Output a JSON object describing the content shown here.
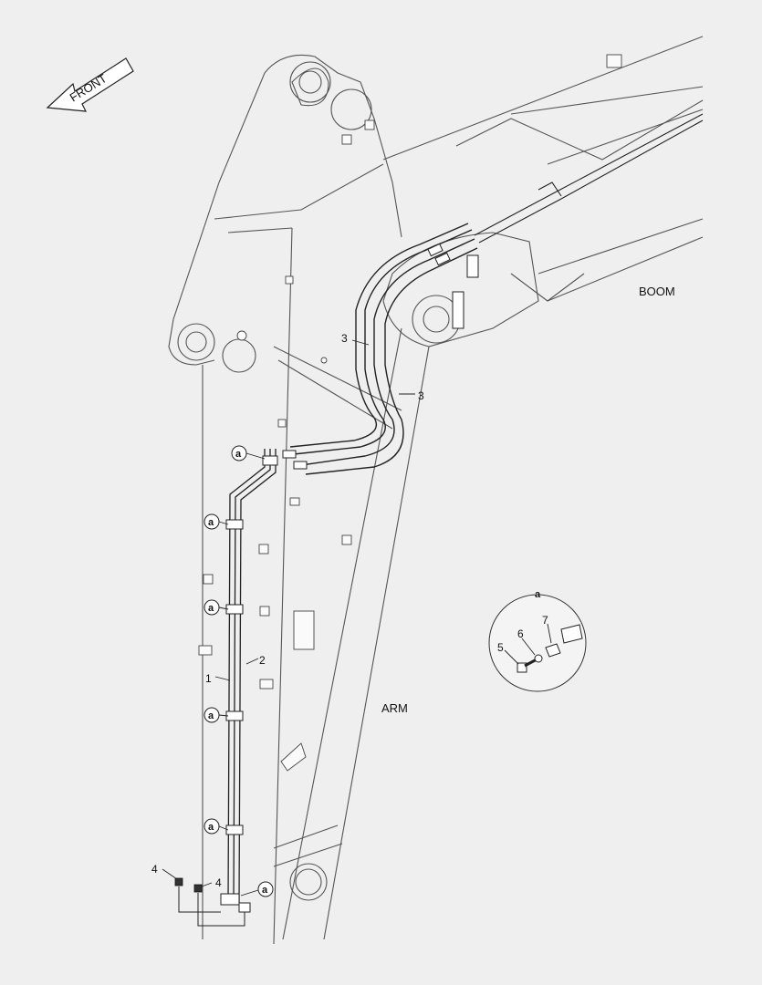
{
  "front_arrow": {
    "label": "FRONT"
  },
  "labels": {
    "boom": "BOOM",
    "arm": "ARM"
  },
  "detail": {
    "title": "a",
    "parts": [
      "5",
      "6",
      "7"
    ]
  },
  "callouts": {
    "pipe_1": "1",
    "pipe_2": "2",
    "hose_3_upper": "3",
    "hose_3_lower": "3",
    "nut_4_left": "4",
    "nut_4_right": "4",
    "clamp_ref": "a"
  }
}
